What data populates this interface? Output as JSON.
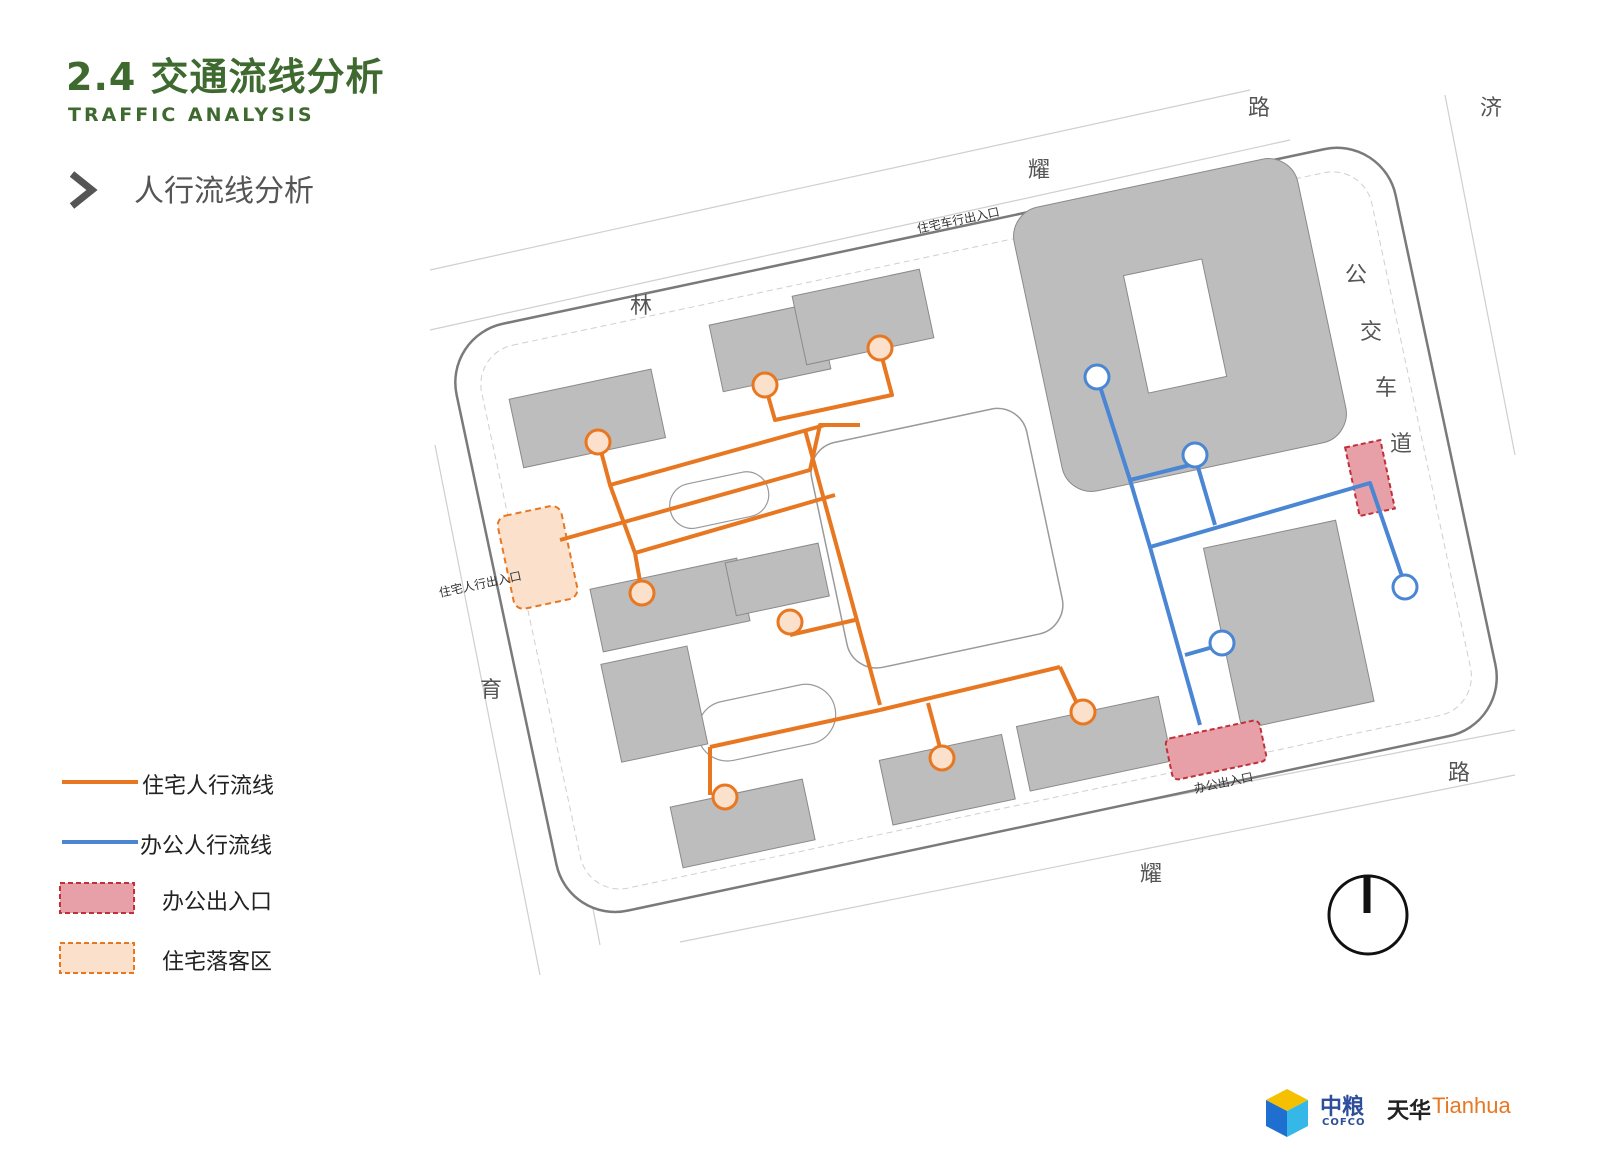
{
  "header": {
    "title": "2.4  交通流线分析",
    "subtitle": "TRAFFIC ANALYSIS",
    "section": "人行流线分析"
  },
  "legend": [
    {
      "label": "住宅人行流线",
      "type": "line",
      "color": "#e87722"
    },
    {
      "label": "办公人行流线",
      "type": "line",
      "color": "#4a86d4"
    },
    {
      "label": "办公出入口",
      "type": "box",
      "color": "#e8a0a8",
      "border": "#c0303a"
    },
    {
      "label": "住宅落客区",
      "type": "box",
      "color": "#fbe1cc",
      "border": "#e87722"
    }
  ],
  "plan": {
    "roads": {
      "north": [
        "路",
        "耀",
        "林"
      ],
      "north_east": "济",
      "east": [
        "公",
        "交",
        "车",
        "道"
      ],
      "south": [
        "路",
        "耀"
      ],
      "west": "育"
    },
    "entrance_labels": {
      "vehicle": "住宅车行出入口",
      "residential_pedestrian": "住宅人行出入口",
      "office": "办公出入口"
    },
    "colors": {
      "building": "#bdbdbd",
      "residential_flow": "#e87722",
      "office_flow": "#4a86d4",
      "office_entrance": "#e8a0a8",
      "dropoff_zone": "#fbe1cc"
    }
  },
  "logos": {
    "cofco_cn": "中粮",
    "cofco_en": "COFCO",
    "tianhua_cn": "天华",
    "tianhua_en": "Tianhua"
  }
}
